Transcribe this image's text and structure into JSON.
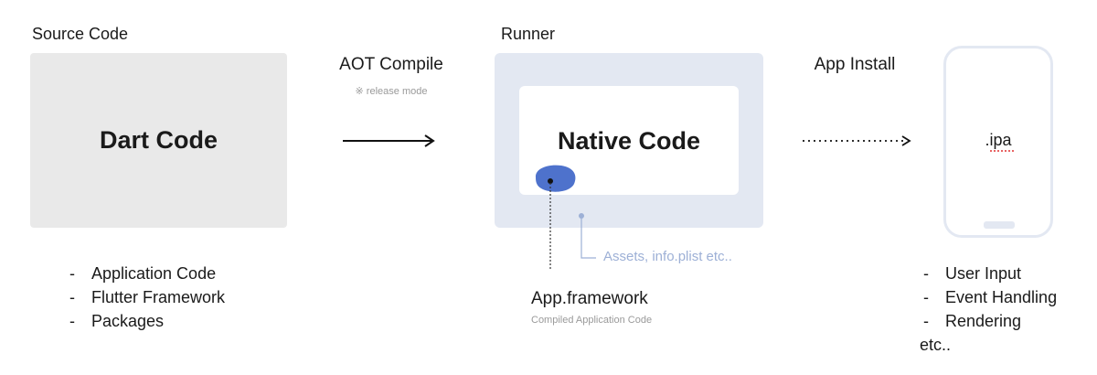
{
  "source": {
    "heading": "Source Code",
    "box_title": "Dart Code",
    "items": [
      "Application Code",
      "Flutter Framework",
      "Packages"
    ]
  },
  "compile": {
    "label": "AOT Compile",
    "note": "※ release mode"
  },
  "runner": {
    "heading": "Runner",
    "box_title": "Native Code",
    "assets_label": "Assets, info.plist etc..",
    "framework_label": "App.framework",
    "framework_note": "Compiled Application Code"
  },
  "install": {
    "label": "App Install",
    "screen_text": ".ipa",
    "items": [
      "User Input",
      "Event Handling",
      "Rendering"
    ],
    "trailing": "etc.."
  },
  "colors": {
    "source_box": "#e9e9e9",
    "runner_box": "#e3e8f2",
    "framework_blob": "#4e72cc",
    "assets_text": "#9db0d6",
    "typo_underline": "#e03030"
  },
  "icons": {
    "compile_arrow": "solid-arrow-right",
    "install_arrow": "dotted-arrow-right",
    "device": "phone-outline"
  }
}
